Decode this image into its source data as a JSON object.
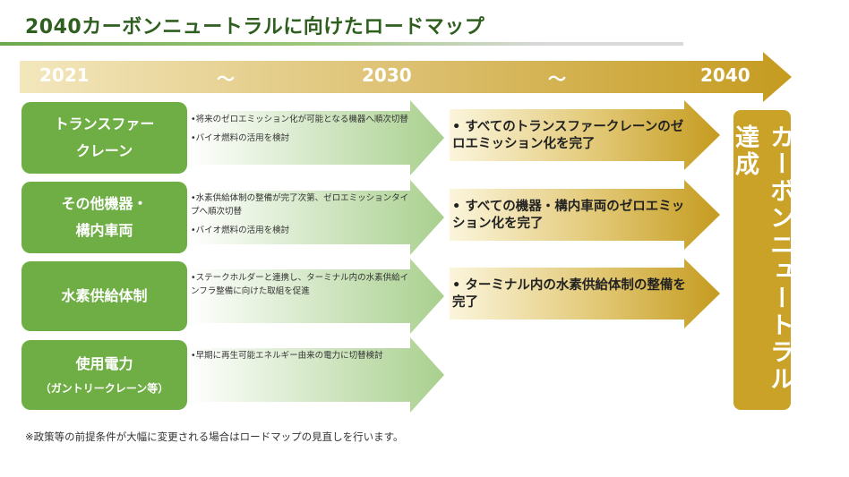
{
  "title": "2040カーボンニュートラルに向けたロードマップ",
  "timeline": {
    "labels": [
      "2021",
      "～",
      "2030",
      "～",
      "2040"
    ]
  },
  "rows": [
    {
      "category": [
        "トランスファー",
        "クレーン"
      ],
      "bullets": [
        "•将来のゼロエミッション化が可能となる機器へ順次切替",
        "•バイオ燃料の活用を検討"
      ],
      "target": "• すべてのトランスファークレーンのゼロエミッション化を完了"
    },
    {
      "category": [
        "その他機器・",
        "構内車両"
      ],
      "bullets": [
        "•水素供給体制の整備が完了次第、ゼロエミッションタイプへ順次切替",
        "•バイオ燃料の活用を検討"
      ],
      "target": "• すべての機器・構内車両のゼロエミッション化を完了"
    },
    {
      "category": [
        "水素供給体制"
      ],
      "bullets": [
        "•ステークホルダーと連携し、ターミナル内の水素供給インフラ整備に向けた取組を促進"
      ],
      "target": "• ターミナル内の水素供給体制の整備を完了"
    },
    {
      "category": [
        "使用電力",
        "（ガントリークレーン等）"
      ],
      "bullets": [
        "•早期に再生可能エネルギー由来の電力に切替検討"
      ],
      "target": ""
    }
  ],
  "final_goal": "カーボンニュートラル達成",
  "note": "※政策等の前提条件が大幅に変更される場合はロードマップの見直しを行います。",
  "colors": {
    "green": "#6fae45",
    "gold": "#c9a227",
    "title": "#2f5f1f"
  }
}
